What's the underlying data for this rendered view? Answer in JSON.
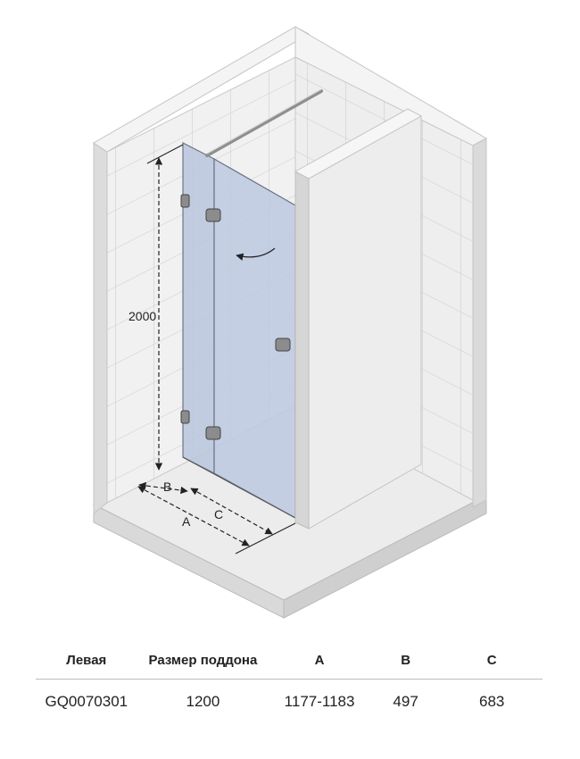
{
  "diagram": {
    "height_label": "2000",
    "dim_a": "A",
    "dim_b": "B",
    "dim_c": "C"
  },
  "table": {
    "headers": [
      "Левая",
      "Размер поддона",
      "A",
      "B",
      "C"
    ],
    "rows": [
      [
        "GQ0070301",
        "1200",
        "1177-1183",
        "497",
        "683"
      ]
    ]
  }
}
